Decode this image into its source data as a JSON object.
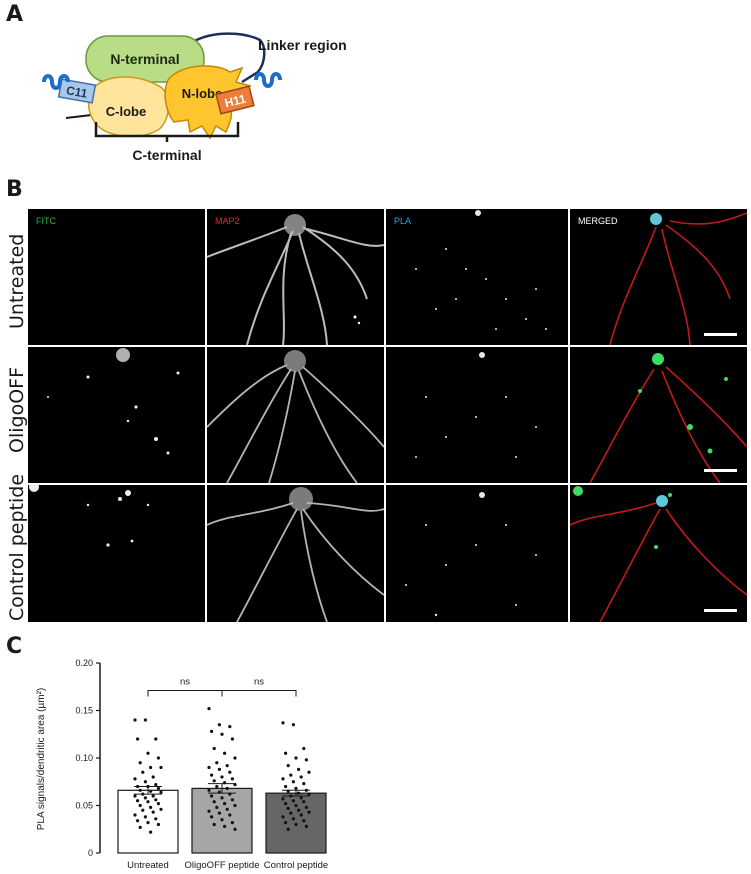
{
  "panels": {
    "a": "A",
    "b": "B",
    "c": "C"
  },
  "diagram": {
    "n_terminal": "N-terminal",
    "linker": "Linker region",
    "c11": "C11",
    "c_lobe": "C-lobe",
    "n_lobe": "N-lobe",
    "h11": "H11",
    "c_terminal": "C-terminal",
    "colors": {
      "n_terminal_fill": "#b9dc86",
      "c_lobe_fill": "#ffe59c",
      "n_lobe_fill": "#ffc52e",
      "c11_fill": "#a9c8e8",
      "h11_fill": "#ee7d3a",
      "coil": "#1f6fc9"
    }
  },
  "microscopy": {
    "channels": [
      {
        "label": "FITC",
        "color": "#22b24c"
      },
      {
        "label": "MAP2",
        "color": "#e8202a"
      },
      {
        "label": "PLA",
        "color": "#2aa6d8"
      },
      {
        "label": "MERGED",
        "color": "#ffffff"
      }
    ],
    "rows": [
      {
        "label": "Untreated"
      },
      {
        "label": "OligoOFF"
      },
      {
        "label": "Control peptide"
      }
    ]
  },
  "chart_data": {
    "type": "bar",
    "categories": [
      "Untreated",
      "OligoOFF peptide",
      "Control peptide"
    ],
    "values": [
      0.066,
      0.068,
      0.063
    ],
    "sem": [
      0.004,
      0.005,
      0.003
    ],
    "ylabel": "PLA signals/dendritic area (µm²)",
    "ylim": [
      0,
      0.2
    ],
    "yticks": [
      "0",
      "0.05",
      "0.10",
      "0.15",
      "0.20"
    ],
    "ytick_values": [
      0,
      0.05,
      0.1,
      0.15,
      0.2
    ],
    "bar_colors": [
      "#ffffff",
      "#a6a6a6",
      "#666666"
    ],
    "points": [
      [
        0.14,
        0.14,
        0.12,
        0.12,
        0.105,
        0.1,
        0.095,
        0.09,
        0.09,
        0.085,
        0.08,
        0.078,
        0.075,
        0.072,
        0.07,
        0.07,
        0.068,
        0.066,
        0.065,
        0.064,
        0.062,
        0.06,
        0.06,
        0.058,
        0.056,
        0.055,
        0.054,
        0.052,
        0.05,
        0.048,
        0.046,
        0.045,
        0.043,
        0.04,
        0.038,
        0.036,
        0.034,
        0.032,
        0.03,
        0.027,
        0.022
      ],
      [
        0.152,
        0.135,
        0.133,
        0.128,
        0.125,
        0.12,
        0.11,
        0.105,
        0.1,
        0.095,
        0.092,
        0.09,
        0.088,
        0.085,
        0.082,
        0.08,
        0.078,
        0.076,
        0.074,
        0.072,
        0.07,
        0.068,
        0.066,
        0.064,
        0.062,
        0.06,
        0.058,
        0.056,
        0.054,
        0.052,
        0.05,
        0.048,
        0.046,
        0.044,
        0.042,
        0.04,
        0.038,
        0.035,
        0.032,
        0.03,
        0.028,
        0.025
      ],
      [
        0.137,
        0.135,
        0.11,
        0.105,
        0.1,
        0.098,
        0.092,
        0.088,
        0.085,
        0.082,
        0.08,
        0.078,
        0.075,
        0.073,
        0.07,
        0.068,
        0.066,
        0.065,
        0.063,
        0.062,
        0.06,
        0.058,
        0.057,
        0.055,
        0.054,
        0.052,
        0.05,
        0.048,
        0.047,
        0.045,
        0.043,
        0.042,
        0.04,
        0.038,
        0.036,
        0.034,
        0.032,
        0.03,
        0.028,
        0.025
      ]
    ],
    "comparisons": [
      {
        "from": 0,
        "to": 1,
        "label": "ns"
      },
      {
        "from": 1,
        "to": 2,
        "label": "ns"
      }
    ]
  }
}
